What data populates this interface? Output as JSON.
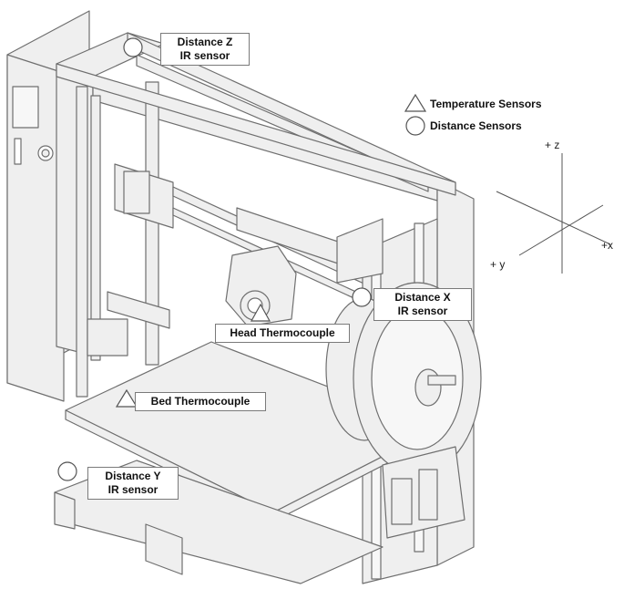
{
  "legend": {
    "temperature": "Temperature Sensors",
    "distance": "Distance Sensors"
  },
  "callouts": {
    "distance_z": [
      "Distance Z",
      "IR sensor"
    ],
    "distance_x": [
      "Distance X",
      "IR sensor"
    ],
    "distance_y": [
      "Distance Y",
      "IR sensor"
    ],
    "head_thermocouple": "Head Thermocouple",
    "bed_thermocouple": "Bed Thermocouple"
  },
  "axes": {
    "z": "+ z",
    "x": "+x",
    "y": "+ y"
  },
  "colors": {
    "line": "#6f6f6f",
    "fill": "#efefef",
    "marker_fill": "#ffffff",
    "text": "#111111"
  }
}
